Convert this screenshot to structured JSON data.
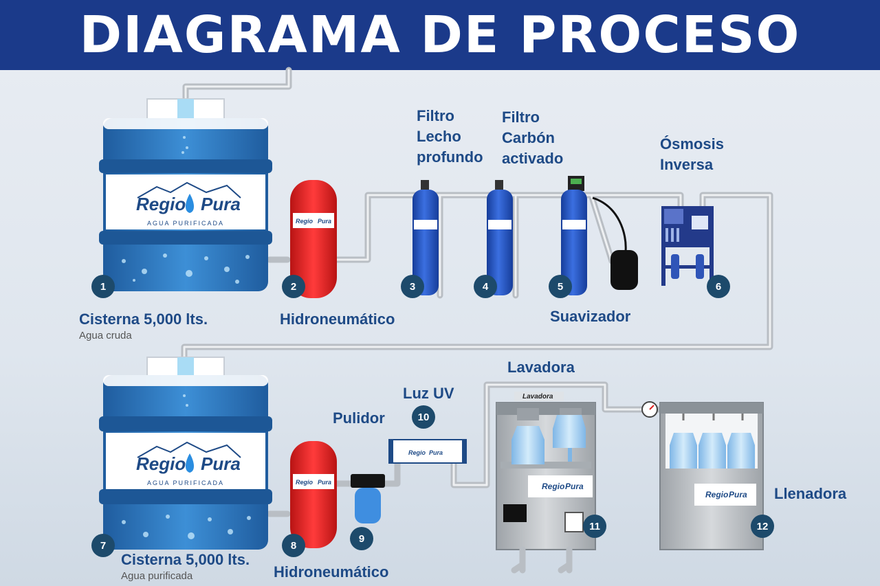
{
  "title": "DIAGRAMA DE PROCESO",
  "logo": {
    "brand_left": "Regio",
    "brand_right": "Pura",
    "tagline": "AGUA PURIFICADA"
  },
  "colors": {
    "header": "#1b3a8a",
    "label": "#1e4a86",
    "tank": "#2a70b8",
    "pressure_tank": "#e02020",
    "badge": "#1d4a6b"
  },
  "steps": [
    {
      "num": "1",
      "label": "Cisterna 5,000 lts.",
      "sub": "Agua cruda"
    },
    {
      "num": "2",
      "label": "Hidroneumático"
    },
    {
      "num": "3",
      "label": "Filtro\nLecho\nprofundo"
    },
    {
      "num": "4",
      "label": "Filtro\nCarbón\nactivado"
    },
    {
      "num": "5",
      "label": "Suavizador"
    },
    {
      "num": "6",
      "label": "Ósmosis\nInversa"
    },
    {
      "num": "7",
      "label": "Cisterna 5,000 lts.",
      "sub": "Agua purificada"
    },
    {
      "num": "8",
      "label": "Hidroneumático"
    },
    {
      "num": "9",
      "label": "Pulidor"
    },
    {
      "num": "10",
      "label": "Luz UV"
    },
    {
      "num": "11",
      "label": "Lavadora"
    },
    {
      "num": "12",
      "label": "Llenadora"
    }
  ],
  "machine_plate": "Lavadora"
}
